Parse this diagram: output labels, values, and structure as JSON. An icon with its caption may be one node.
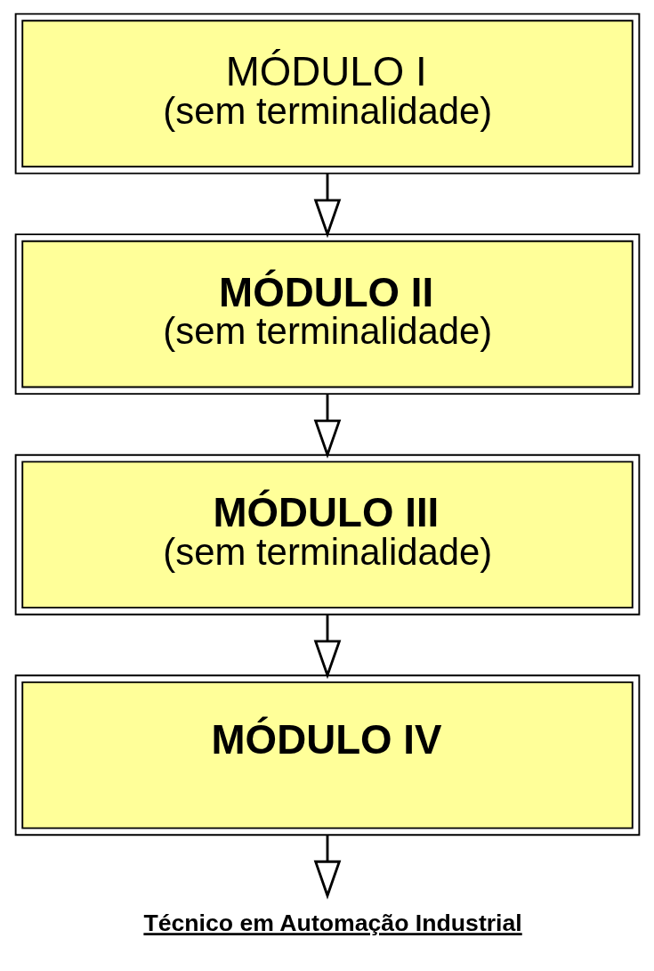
{
  "diagram": {
    "nodes": [
      {
        "text": [
          "MÓDULO I",
          "(sem terminalidade)"
        ]
      },
      {
        "text": [
          "MÓDULO II",
          "(sem terminalidade)"
        ]
      },
      {
        "text": [
          "MÓDULO III",
          "(sem terminalidade)"
        ]
      },
      {
        "text": [
          "MÓDULO IV"
        ]
      },
      {
        "text": [
          "Técnico em Automação Industrial"
        ]
      }
    ],
    "edges": [
      {
        "from": 0,
        "to": 1,
        "arrow": "to"
      },
      {
        "from": 1,
        "to": 2,
        "arrow": "to"
      },
      {
        "from": 2,
        "to": 3,
        "arrow": "to"
      },
      {
        "from": 3,
        "to": 4,
        "arrow": "to"
      }
    ]
  }
}
